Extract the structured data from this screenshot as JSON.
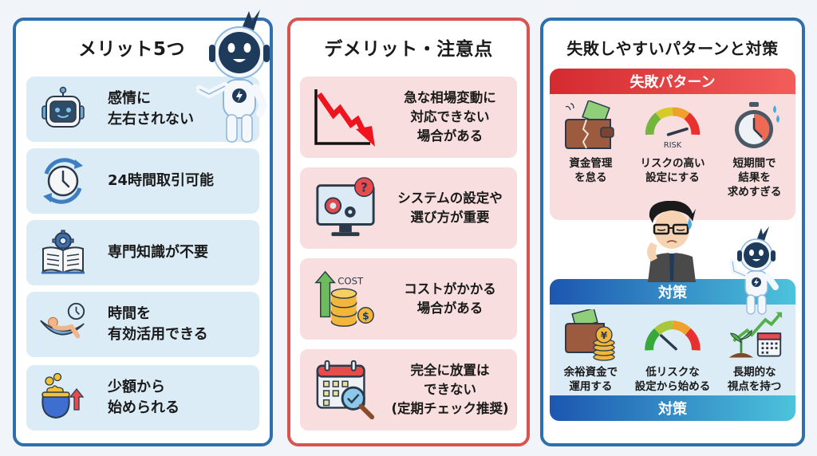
{
  "merits": {
    "title": "メリット5つ",
    "items": [
      {
        "icon": "robot-face-icon",
        "label": "感情に\n左右されない"
      },
      {
        "icon": "clock-cycle-icon",
        "label": "24時間取引可能"
      },
      {
        "icon": "book-gear-icon",
        "label": "専門知識が不要"
      },
      {
        "icon": "hammock-relax-icon",
        "label": "時間を\n有効活用できる"
      },
      {
        "icon": "coin-purse-icon",
        "label": "少額から\n始められる"
      }
    ]
  },
  "demerits": {
    "title": "デメリット・注意点",
    "items": [
      {
        "icon": "falling-chart-icon",
        "label": "急な相場変動に\n対応できない\n場合がある"
      },
      {
        "icon": "monitor-gears-question-icon",
        "label": "システムの設定や\n選び方が重要"
      },
      {
        "icon": "cost-coins-icon",
        "label": "コストがかかる\n場合がある",
        "icon_text": "COST"
      },
      {
        "icon": "calendar-check-icon",
        "label": "完全に放置は\nできない\n(定期チェック推奨)"
      }
    ]
  },
  "patterns": {
    "title": "失敗しやすいパターンと対策",
    "fail": {
      "header": "失敗パターン",
      "items": [
        {
          "icon": "broken-wallet-icon",
          "label": "資金管理\nを怠る"
        },
        {
          "icon": "risk-gauge-high-icon",
          "label": "リスクの高い\n設定にする",
          "icon_text": "RISK"
        },
        {
          "icon": "stopwatch-sweat-icon",
          "label": "短期間で\n結果を\n求めすぎる"
        }
      ]
    },
    "fix": {
      "header": "対策",
      "footer": "対策",
      "items": [
        {
          "icon": "wallet-yen-coins-icon",
          "label": "余裕資金で\n運用する",
          "icon_text": "¥"
        },
        {
          "icon": "risk-gauge-low-icon",
          "label": "低リスクな\n設定から始める"
        },
        {
          "icon": "plant-growth-calendar-icon",
          "label": "長期的な\n視点を持つ"
        }
      ]
    }
  },
  "colors": {
    "merit_border": "#2e6fae",
    "demerit_border": "#d9534f",
    "merit_card": "#dcecf7",
    "demerit_card": "#f8dede",
    "fail_header": "#d42a2f",
    "fix_header": "#1c56b0"
  }
}
